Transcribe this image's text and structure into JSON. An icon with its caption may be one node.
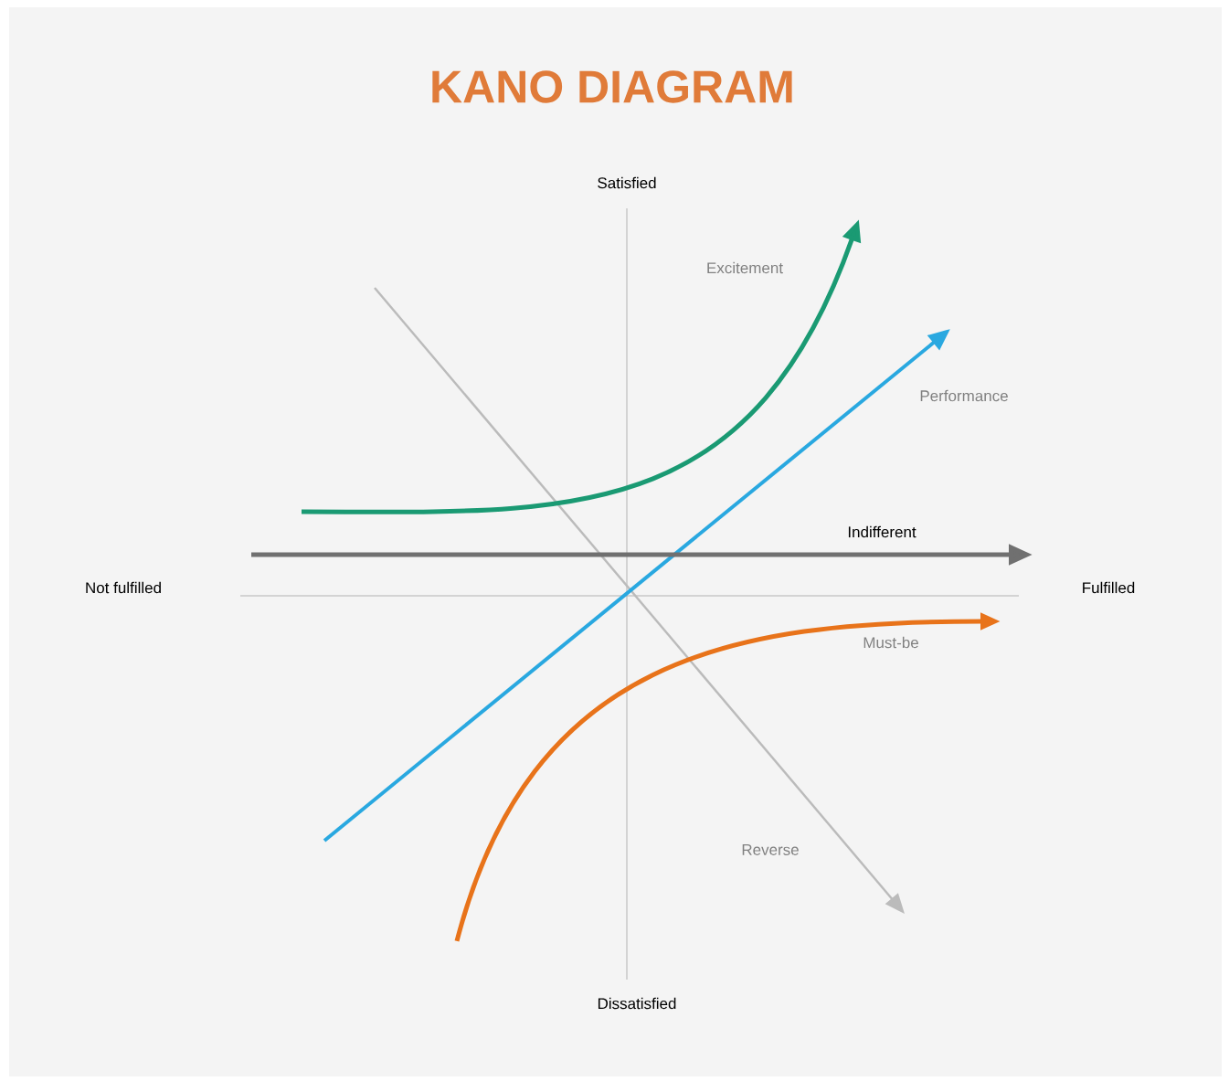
{
  "diagram": {
    "title": "KANO DIAGRAM",
    "labels": [
      "Satisfied",
      "Excitement",
      "Performance",
      "Indifferent",
      "Not fulfilled",
      "Fulfilled",
      "Must-be",
      "Reverse",
      "Dissatisfied"
    ]
  }
}
